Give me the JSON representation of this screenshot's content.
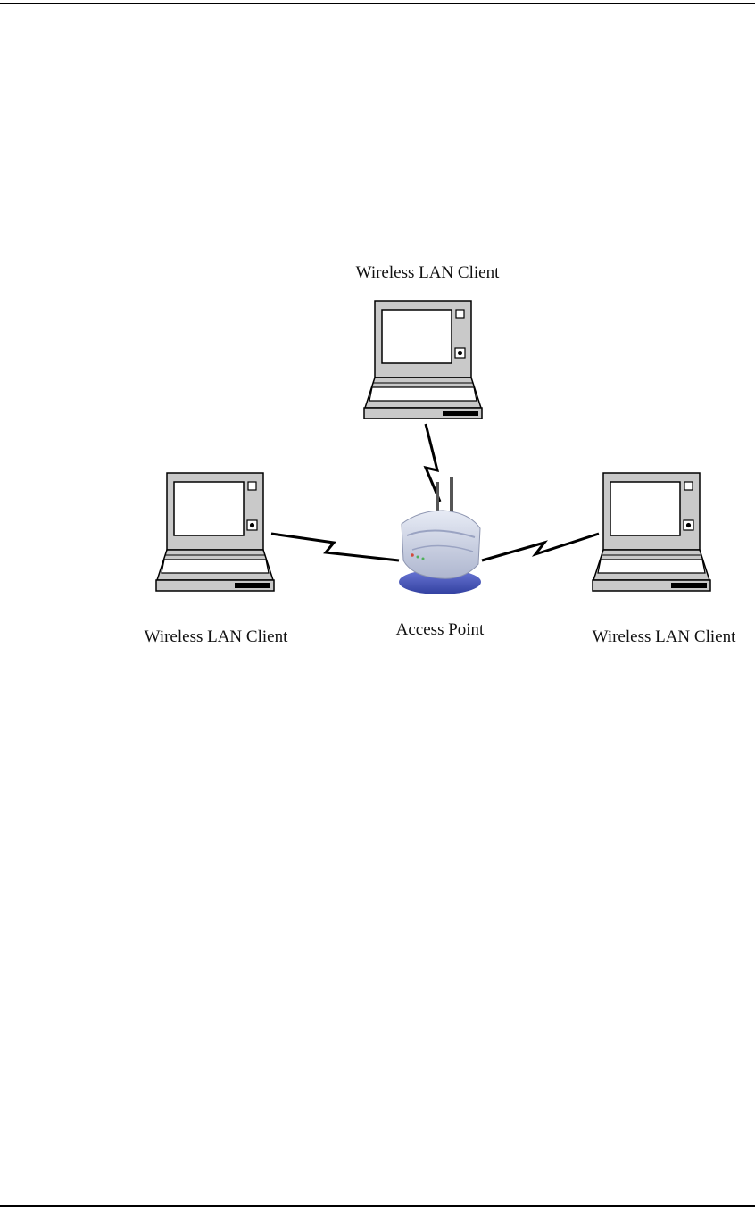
{
  "diagram": {
    "nodes": {
      "top_client": {
        "label": "Wireless LAN Client",
        "icon": "laptop-icon"
      },
      "left_client": {
        "label": "Wireless LAN Client",
        "icon": "laptop-icon"
      },
      "right_client": {
        "label": "Wireless LAN Client",
        "icon": "laptop-icon"
      },
      "access_point": {
        "label": "Access Point",
        "icon": "wireless-router-icon"
      }
    },
    "links": [
      {
        "from": "top_client",
        "to": "access_point",
        "style": "lightning"
      },
      {
        "from": "left_client",
        "to": "access_point",
        "style": "lightning"
      },
      {
        "from": "right_client",
        "to": "access_point",
        "style": "lightning"
      }
    ],
    "colors": {
      "laptop_body": "#c9c9c9",
      "laptop_screen": "#ffffff",
      "router_body": "#c9cfe0",
      "router_base": "#4a57b8",
      "stroke": "#000000"
    }
  }
}
